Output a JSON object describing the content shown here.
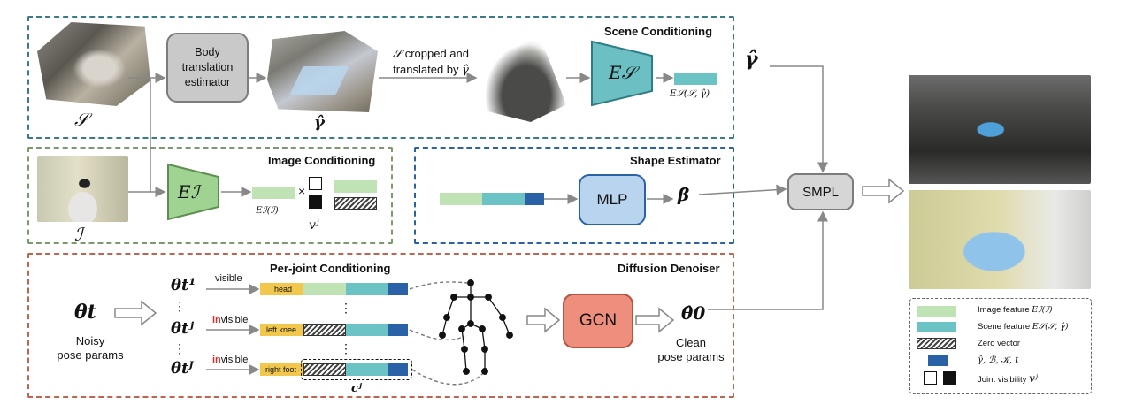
{
  "scene": {
    "title": "Scene Conditioning",
    "S_label": "𝒮",
    "estimator_label": "Body translation estimator",
    "gamma_label": "γ̂",
    "crop_text_line1": "cropped and",
    "crop_text_line2": "translated by",
    "encoder_label": "E𝒮",
    "feature_label": "E𝒮(𝒮, γ̂)"
  },
  "image": {
    "title": "Image Conditioning",
    "I_label": "ℐ",
    "encoder_label": "Eℐ",
    "feature_label": "Eℐ(ℐ)",
    "times": "×",
    "vj_label": "vʲ"
  },
  "shape": {
    "title": "Shape Estimator",
    "mlp_label": "MLP",
    "beta_label": "β̂"
  },
  "smpl": {
    "label": "SMPL",
    "gamma_label": "γ̂"
  },
  "diffusion": {
    "title": "Diffusion Denoiser",
    "subtitle": "Per-joint Conditioning",
    "theta_t": "θt",
    "noisy_label_line1": "Noisy",
    "noisy_label_line2": "pose params",
    "rows": [
      {
        "theta": "θt¹",
        "tag": "visible",
        "joint": "head"
      },
      {
        "theta": "θtʲ",
        "tag_prefix": "in",
        "tag": "visible",
        "joint": "left knee"
      },
      {
        "theta": "θtᴶ",
        "tag_prefix": "in",
        "tag": "visible",
        "joint": "right foot"
      }
    ],
    "dots": "⋮",
    "cj_label": "cʲ",
    "gcn_label": "GCN",
    "theta0": "θ̂0",
    "clean_line1": "Clean",
    "clean_line2": "pose params"
  },
  "legend": {
    "items": [
      {
        "label": "Image feature",
        "math": "Eℐ(ℐ)"
      },
      {
        "label": "Scene feature",
        "math": "E𝒮(𝒮, γ̂)"
      },
      {
        "label": "Zero vector",
        "math": ""
      },
      {
        "label": "",
        "math": "γ̂, ℬ, 𝒦, t"
      },
      {
        "label": "Joint visibility",
        "math": "vʲ"
      }
    ]
  },
  "colors": {
    "scene_border": "#3a7a8c",
    "image_border": "#7d9a6f",
    "shape_border": "#2a62a8",
    "diffusion_border": "#c0634f",
    "image_feature": "#bfe3b4",
    "scene_feature": "#6cc3c6",
    "cond_vec": "#2a62a8",
    "joint_name": "#f1c84c",
    "gcn": "#ee8f7d",
    "mlp": "#b8d4ee",
    "encoder_scene": "#6cbfc2",
    "encoder_image": "#9fd391",
    "red_text": "#d0312d"
  }
}
